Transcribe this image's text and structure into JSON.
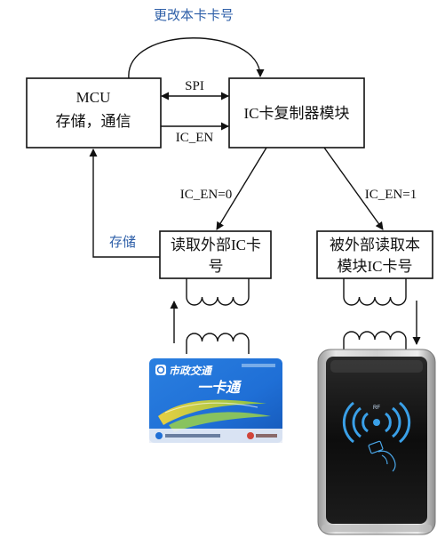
{
  "top_arrow_label": "更改本卡卡号",
  "mcu": {
    "line1": "MCU",
    "line2": "存储，通信"
  },
  "ic_module": {
    "label": "IC卡复制器模块"
  },
  "spi_label": "SPI",
  "ic_en_label": "IC_EN",
  "branch_left_label": "IC_EN=0",
  "branch_right_label": "IC_EN=1",
  "read_box": {
    "line1": "读取外部IC卡",
    "line2": "号"
  },
  "emulate_box": {
    "line1": "被外部读取本",
    "line2": "模块IC卡号"
  },
  "feedback_label": "存储",
  "card": {
    "title": "市政交通",
    "name": "一卡通"
  },
  "reader": {
    "icon_text": "RF"
  },
  "colors": {
    "label_blue": "#2e5fa8",
    "card_blue": "#1f6fd6",
    "reader_wave_blue": "#3aa0e8"
  }
}
